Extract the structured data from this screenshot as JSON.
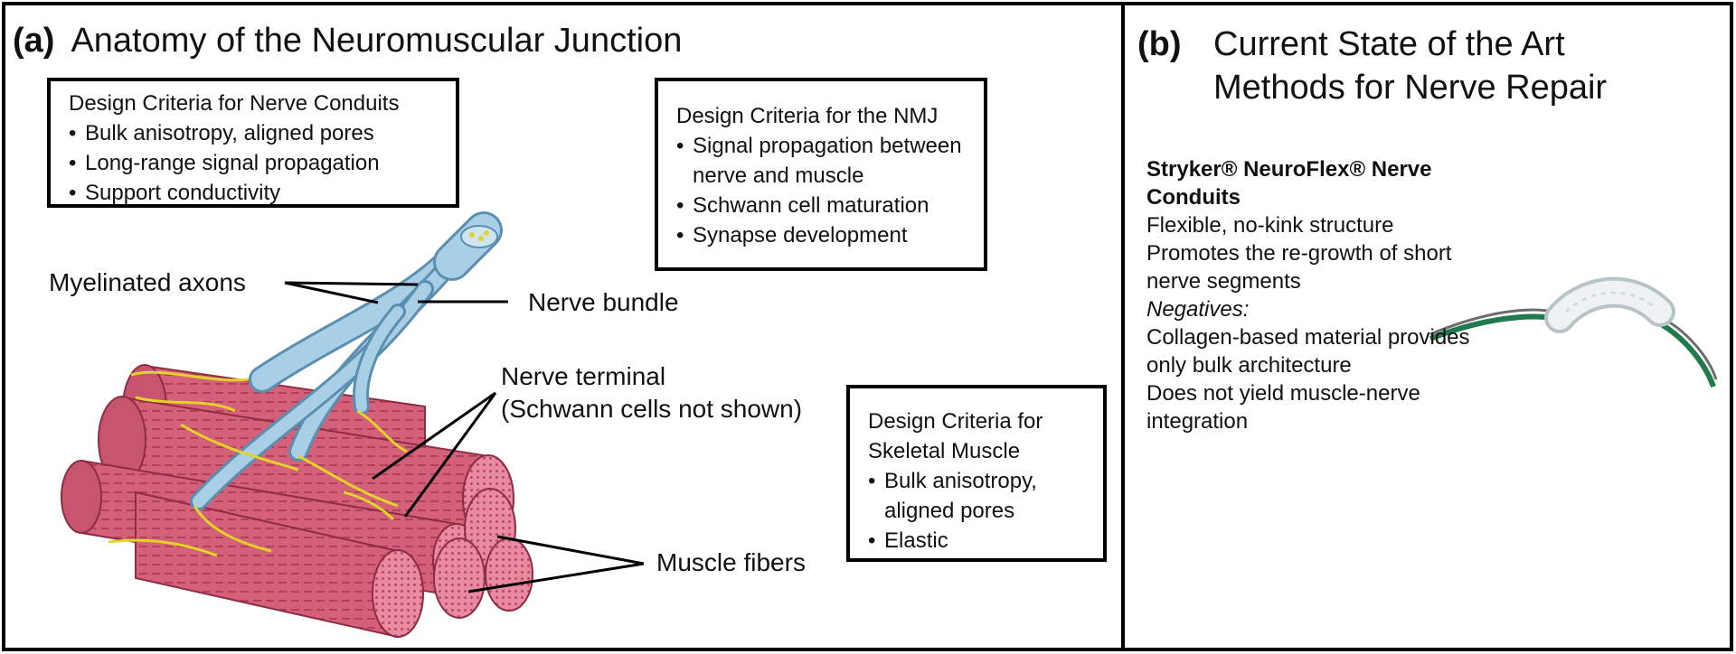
{
  "panel_a": {
    "letter": "(a)",
    "title": "Anatomy of the Neuromuscular Junction",
    "box_conduits": {
      "heading": "Design Criteria for Nerve Conduits",
      "items": [
        "Bulk anisotropy, aligned pores",
        "Long-range signal propagation",
        "Support conductivity"
      ]
    },
    "box_nmj": {
      "heading": "Design Criteria for the NMJ",
      "items": [
        "Signal propagation between nerve and muscle",
        "Schwann cell maturation",
        "Synapse development"
      ]
    },
    "box_muscle": {
      "heading": "Design Criteria for Skeletal Muscle",
      "items": [
        "Bulk anisotropy, aligned pores",
        "Elastic"
      ]
    },
    "labels": {
      "myelinated_axons": "Myelinated axons",
      "nerve_bundle": "Nerve bundle",
      "nerve_terminal": "Nerve terminal",
      "nerve_terminal_note": "(Schwann cells not shown)",
      "muscle_fibers": "Muscle fibers"
    }
  },
  "panel_b": {
    "letter": "(b)",
    "title_line1": "Current State of the Art",
    "title_line2": "Methods for Nerve Repair",
    "product": {
      "name": "Stryker® NeuroFlex® Nerve Conduits",
      "positives": [
        "Flexible, no-kink structure",
        "Promotes the re-growth of short nerve segments"
      ],
      "negatives_label": "Negatives:",
      "negatives": [
        "Collagen-based material provides only bulk architecture",
        "Does not yield muscle-nerve integration"
      ]
    }
  },
  "colors": {
    "muscle": "#d4607a",
    "muscle_dark": "#a8344e",
    "muscle_end": "#e07a90",
    "nerve": "#a9cfe6",
    "nerve_edge": "#5b8fb0",
    "terminal": "#e3d227",
    "conduit": "#e9eef0",
    "tube": "#1f7a4e"
  }
}
